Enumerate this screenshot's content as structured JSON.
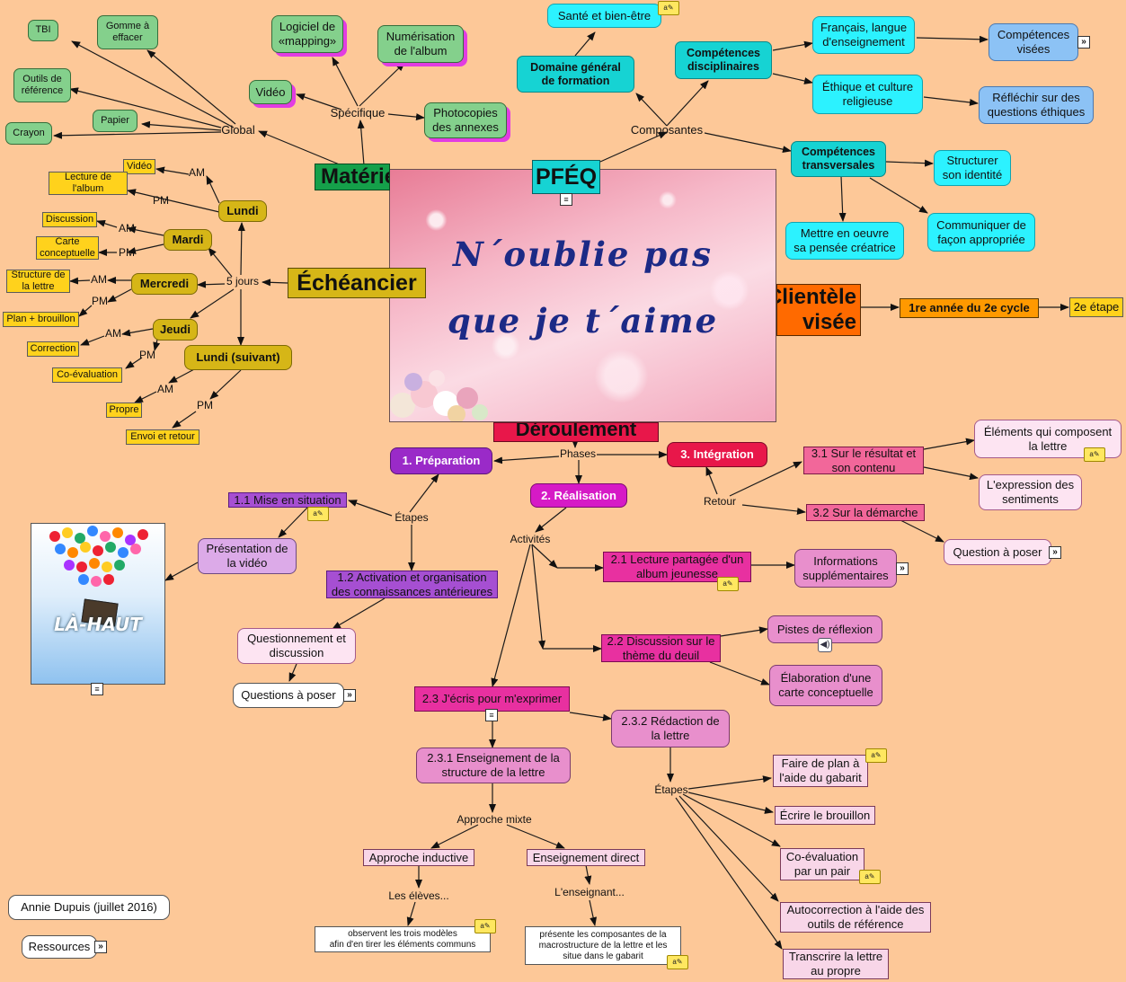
{
  "center": {
    "image_text_line1": "N´oublie pas",
    "image_text_line2": "que je t´aime"
  },
  "branches": {
    "pfeq": "PFÉQ",
    "materiel": "Matériel",
    "echeancier": "Échéancier",
    "clientele": "Clientèle\nvisée",
    "deroulement": "Déroulement"
  },
  "pfeq": {
    "composantes": "Composantes",
    "domaine": "Domaine général\nde formation",
    "sante": "Santé et bien-être",
    "disciplinaires": "Compétences\ndisciplinaires",
    "francais": "Français, langue\nd'enseignement",
    "comp_visees": "Compétences\nvisées",
    "ethique": "Éthique et culture\nreligieuse",
    "reflechir": "Réfléchir sur des\nquestions éthiques",
    "transversales": "Compétences\ntransversales",
    "structurer": "Structurer\nson identité",
    "pensee": "Mettre en oeuvre\nsa pensée créatrice",
    "communiquer": "Communiquer de\nfaçon appropriée"
  },
  "materiel": {
    "specifique": "Spécifique",
    "global": "Global",
    "logiciel": "Logiciel de\n«mapping»",
    "numerisation": "Numérisation\nde l'album",
    "video": "Vidéo",
    "photocopies": "Photocopies\ndes annexes",
    "tbi": "TBI",
    "gomme": "Gomme à\neffacer",
    "outils": "Outils de\nréférence",
    "papier": "Papier",
    "crayon": "Crayon"
  },
  "echeancier": {
    "cinq_jours": "5 jours",
    "lundi": "Lundi",
    "mardi": "Mardi",
    "mercredi": "Mercredi",
    "jeudi": "Jeudi",
    "lundi_suivant": "Lundi (suivant)",
    "am": "AM",
    "pm": "PM",
    "tasks": {
      "video": "Vidéo",
      "lecture": "Lecture de\nl'album",
      "discussion": "Discussion",
      "carte": "Carte\nconceptuelle",
      "structure": "Structure de\nla lettre",
      "plan": "Plan + brouillon",
      "correction": "Correction",
      "coeval": "Co-évaluation",
      "propre": "Propre",
      "envoi": "Envoi et retour"
    }
  },
  "clientele": {
    "annee": "1re année du 2e cycle",
    "etape": "2e étape"
  },
  "deroulement": {
    "phases": "Phases",
    "preparation": "1. Préparation",
    "realisation": "2. Réalisation",
    "integration": "3. Intégration",
    "etapes": "Étapes",
    "mise_situation": "1.1 Mise en situation",
    "presentation_video": "Présentation de\nla vidéo",
    "activation": "1.2 Activation et organisation\ndes connaissances antérieures",
    "questionnement": "Questionnement et\ndiscussion",
    "questions_poser": "Questions à poser",
    "activites": "Activités",
    "lecture_partagee": "2.1 Lecture partagée d'un\nalbum jeunesse",
    "infos_supp": "Informations\nsupplémentaires",
    "discussion_deuil": "2.2 Discussion sur le\nthème du deuil",
    "pistes": "Pistes de réflexion",
    "elaboration": "Élaboration d'une\ncarte conceptuelle",
    "ecris": "2.3 J'écris pour m'exprimer",
    "redaction": "2.3.2 Rédaction de\nla lettre",
    "enseignement_structure": "2.3.1 Enseignement de la\nstructure de la lettre",
    "approche_mixte": "Approche mixte",
    "approche_inductive": "Approche inductive",
    "enseignement_direct": "Enseignement direct",
    "les_eleves": "Les élèves...",
    "l_enseignant": "L'enseignant...",
    "observent": "observent les trois modèles\nafin d'en tirer les éléments communs",
    "presente": "présente les composantes de la\nmacrostructure de la lettre et les\nsitue dans le gabarit",
    "etapes2": "Étapes",
    "faire_plan": "Faire de plan à\nl'aide du gabarit",
    "ecrire_brouillon": "Écrire le brouillon",
    "coeval_pair": "Co-évaluation\npar un pair",
    "autocorrection": "Autocorrection à l'aide des\noutils de référence",
    "transcrire": "Transcrire la lettre\nau propre",
    "retour": "Retour",
    "sur_resultat": "3.1 Sur le résultat et\nson contenu",
    "elements_lettre": "Éléments qui composent\nla lettre",
    "expression": "L'expression des\nsentiments",
    "sur_demarche": "3.2 Sur la démarche",
    "question_poser": "Question à poser"
  },
  "poster": {
    "title": "LÀ-HAUT"
  },
  "footer": {
    "author": "Annie Dupuis (juillet 2016)",
    "ressources": "Ressources"
  },
  "colors": {
    "background": "#fdc898",
    "pfeq": "#16d3d3",
    "materiel": "#15a04a",
    "echeancier": "#d6b617",
    "clientele": "#ff6a00",
    "deroulement": "#e8174a"
  },
  "icons": {
    "note": "note-icon",
    "document": "document-icon",
    "link": "link-arrow-icon",
    "sound": "speaker-icon"
  }
}
